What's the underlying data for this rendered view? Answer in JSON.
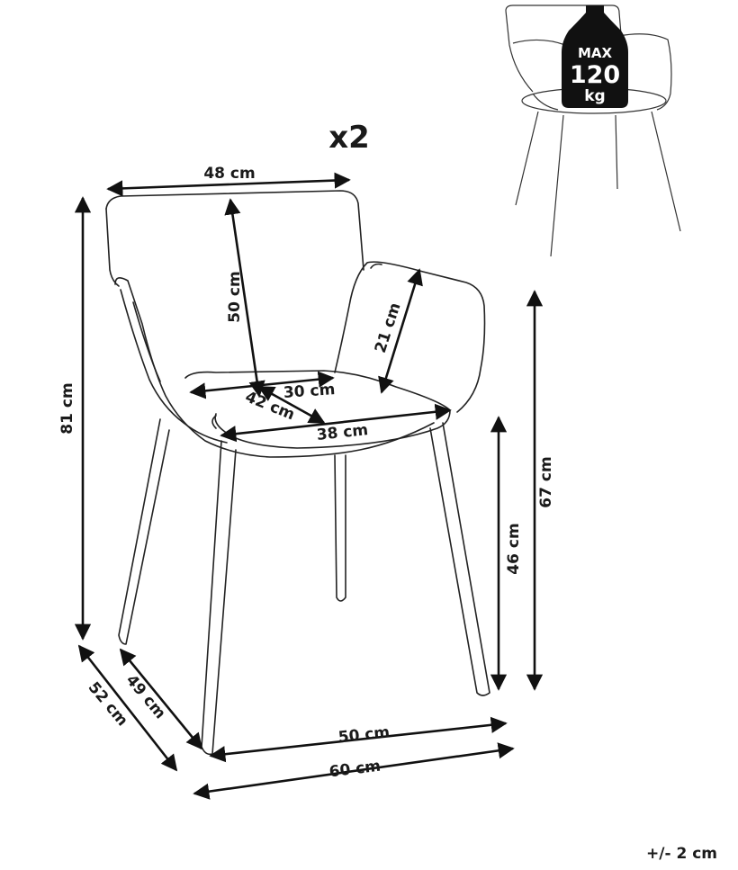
{
  "badge": {
    "line1": "MAX",
    "line2": "120",
    "line3": "kg"
  },
  "quantity": "x2",
  "dimensions": {
    "width_top": "48 cm",
    "back_height": "50 cm",
    "armrest_height": "21 cm",
    "seat_width_back": "30 cm",
    "seat_depth": "42 cm",
    "seat_width_front": "38 cm",
    "total_height": "81 cm",
    "armrest_floor": "67 cm",
    "seat_floor": "46 cm",
    "leg_depth": "49 cm",
    "total_depth": "52 cm",
    "leg_width": "50 cm",
    "total_width": "60 cm"
  },
  "tolerance": "+/- 2 cm"
}
